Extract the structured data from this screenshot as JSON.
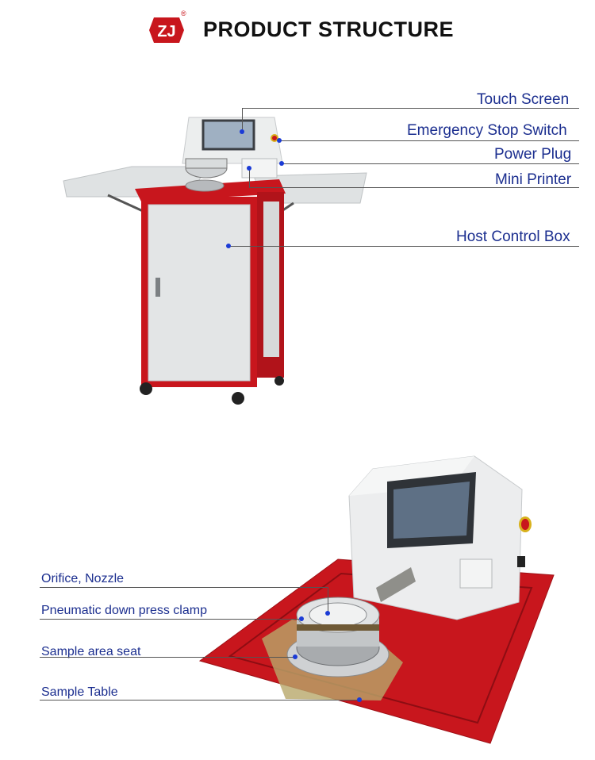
{
  "header": {
    "title": "PRODUCT STRUCTURE",
    "logo_icon": "zj-brand-logo"
  },
  "machine_full": {
    "labels": [
      "Touch Screen",
      "Emergency Stop Switch",
      "Power Plug",
      "Mini Printer",
      "Host Control Box"
    ]
  },
  "machine_detail": {
    "labels": [
      "Orifice, Nozzle",
      "Pneumatic down press clamp",
      "Sample area seat",
      "Sample Table"
    ]
  },
  "colors": {
    "accent_red": "#c8161d",
    "label_blue": "#1b2e8f",
    "leader_dot": "#1b3bd6",
    "panel_gray": "#e3e5e6"
  }
}
